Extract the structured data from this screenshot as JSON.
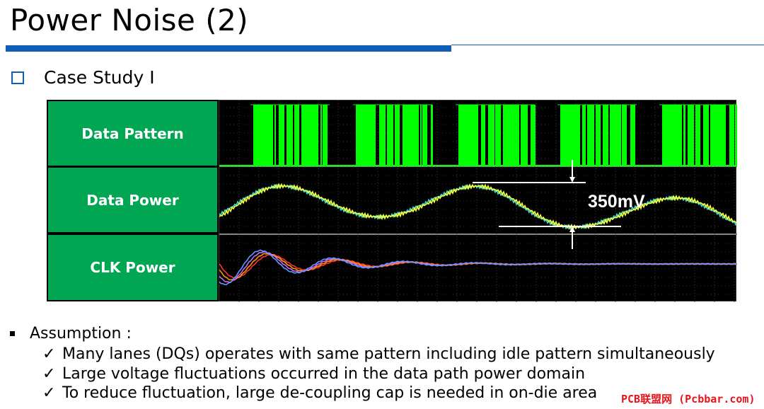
{
  "slide": {
    "title": "Power Noise (2)",
    "subheading": "Case Study I"
  },
  "scope": {
    "panels": [
      {
        "label": "Data Pattern"
      },
      {
        "label": "Data Power"
      },
      {
        "label": "CLK Power"
      }
    ],
    "annotation": "350mV",
    "colors": {
      "panel_bg": "#00a651",
      "pattern_trace": "#00ff00",
      "trace_yellow": "#ffff33",
      "trace_cyan": "#33e0e0",
      "clk_traces": [
        "#ff3333",
        "#ff9900",
        "#cc66ff",
        "#6699ff"
      ]
    }
  },
  "assumptions": {
    "heading": "Assumption :",
    "items": [
      "Many lanes (DQs) operates with same pattern including idle pattern simultaneously",
      "Large voltage fluctuations occurred in the data path power domain",
      "To reduce fluctuation, large de-coupling cap is needed in on-die area"
    ]
  },
  "watermark": "PCB联盟网 (Pcbbar.com)"
}
